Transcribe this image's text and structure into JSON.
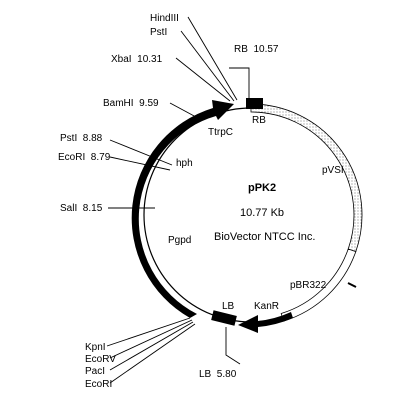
{
  "plasmid": {
    "name": "pPK2",
    "size": "10.77 Kb",
    "credit": "BioVector NTCC Inc."
  },
  "features": {
    "rb": "RB",
    "trpc": "TtrpC",
    "hph": "hph",
    "pgpd": "Pgpd",
    "lb": "LB",
    "kanr": "KanR",
    "pbr322": "pBR322",
    "pvsi": "pVSI"
  },
  "sites": {
    "hindiii": "HindIII",
    "psti_top": "PstI",
    "xbai": "XbaI  10.31",
    "rb": "RB  10.57",
    "bamhi": "BamHI  9.59",
    "psti": "PstI  8.88",
    "ecori": "EcoRI  8.79",
    "sali": "SalI  8.15",
    "kpni": "KpnI",
    "ecorv": "EcoRV",
    "paci": "PacI",
    "ecori_bottom": "EcoRI",
    "lb": "LB  5.80"
  }
}
